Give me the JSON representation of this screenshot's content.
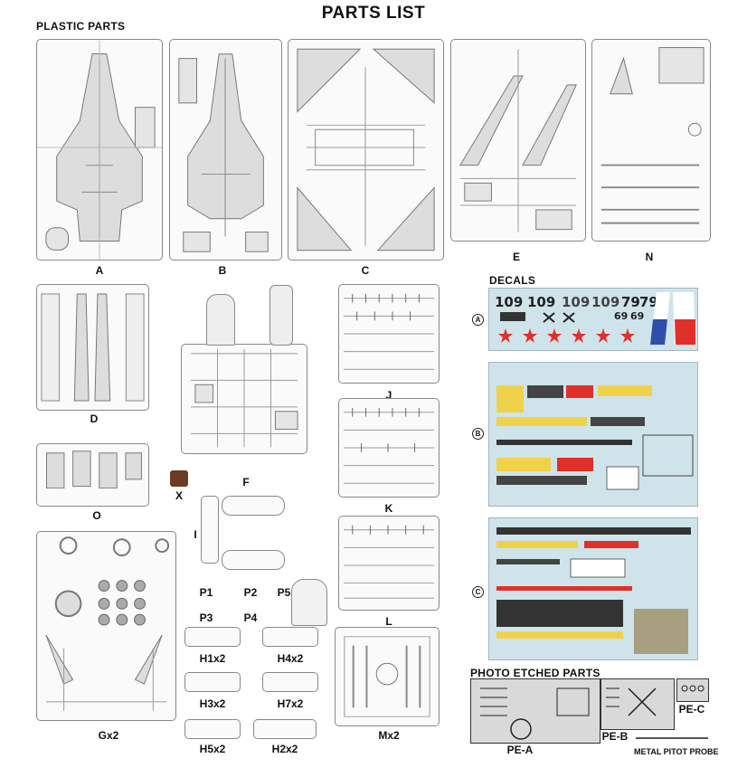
{
  "header": {
    "title": "PARTS LIST"
  },
  "sections": {
    "plastic": "PLASTIC PARTS",
    "decals": "DECALS",
    "photo_etched": "PHOTO ETCHED PARTS"
  },
  "sprues": {
    "A": "A",
    "B": "B",
    "C": "C",
    "E": "E",
    "N": "N",
    "D": "D",
    "O": "O",
    "X": "X",
    "F": "F",
    "I": "I",
    "J": "J",
    "K": "K",
    "L": "L",
    "G": "Gx2",
    "M": "Mx2",
    "P1": "P1",
    "P2": "P2",
    "P3": "P3",
    "P4": "P4",
    "P5": "P5",
    "H1": "H1x2",
    "H4": "H4x2",
    "H3": "H3x2",
    "H7": "H7x2",
    "H5": "H5x2",
    "H2": "H2x2"
  },
  "decals": {
    "sheet_a_marker": "A",
    "sheet_b_marker": "B",
    "sheet_c_marker": "C",
    "numbers": [
      "109",
      "109",
      "109",
      "109",
      "79",
      "79",
      "69",
      "69"
    ],
    "colors": {
      "sheet_bg": "#cfe3ea",
      "red": "#e0302a",
      "blue": "#2d4fa8",
      "yellow": "#f0d24a"
    }
  },
  "photo_etched": {
    "pe_a": "PE-A",
    "pe_b": "PE-B",
    "pe_c": "PE-C",
    "probe": "METAL PITOT PROBE"
  }
}
